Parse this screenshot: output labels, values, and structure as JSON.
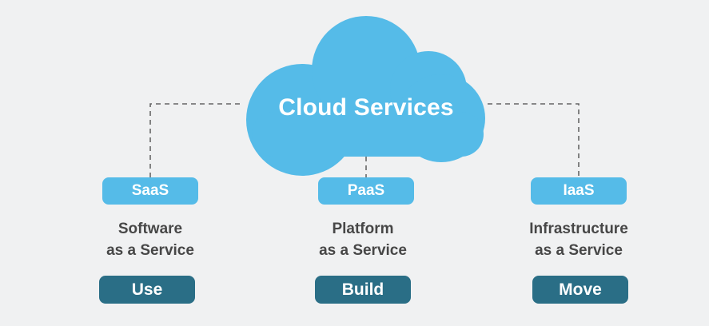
{
  "diagram": {
    "center": {
      "label": "Cloud Services"
    },
    "services": [
      {
        "id": "saas",
        "abbr": "SaaS",
        "line1": "Software",
        "line2": "as a Service",
        "action": "Use"
      },
      {
        "id": "paas",
        "abbr": "PaaS",
        "line1": "Platform",
        "line2": "as a Service",
        "action": "Build"
      },
      {
        "id": "iaas",
        "abbr": "IaaS",
        "line1": "Infrastructure",
        "line2": "as a Service",
        "action": "Move"
      }
    ]
  },
  "colors": {
    "background": "#f0f1f2",
    "cloud": "#55bbe8",
    "pill": "#55bbe8",
    "action_button": "#2a6e86",
    "text_dark": "#474747",
    "connector": "#666666"
  }
}
